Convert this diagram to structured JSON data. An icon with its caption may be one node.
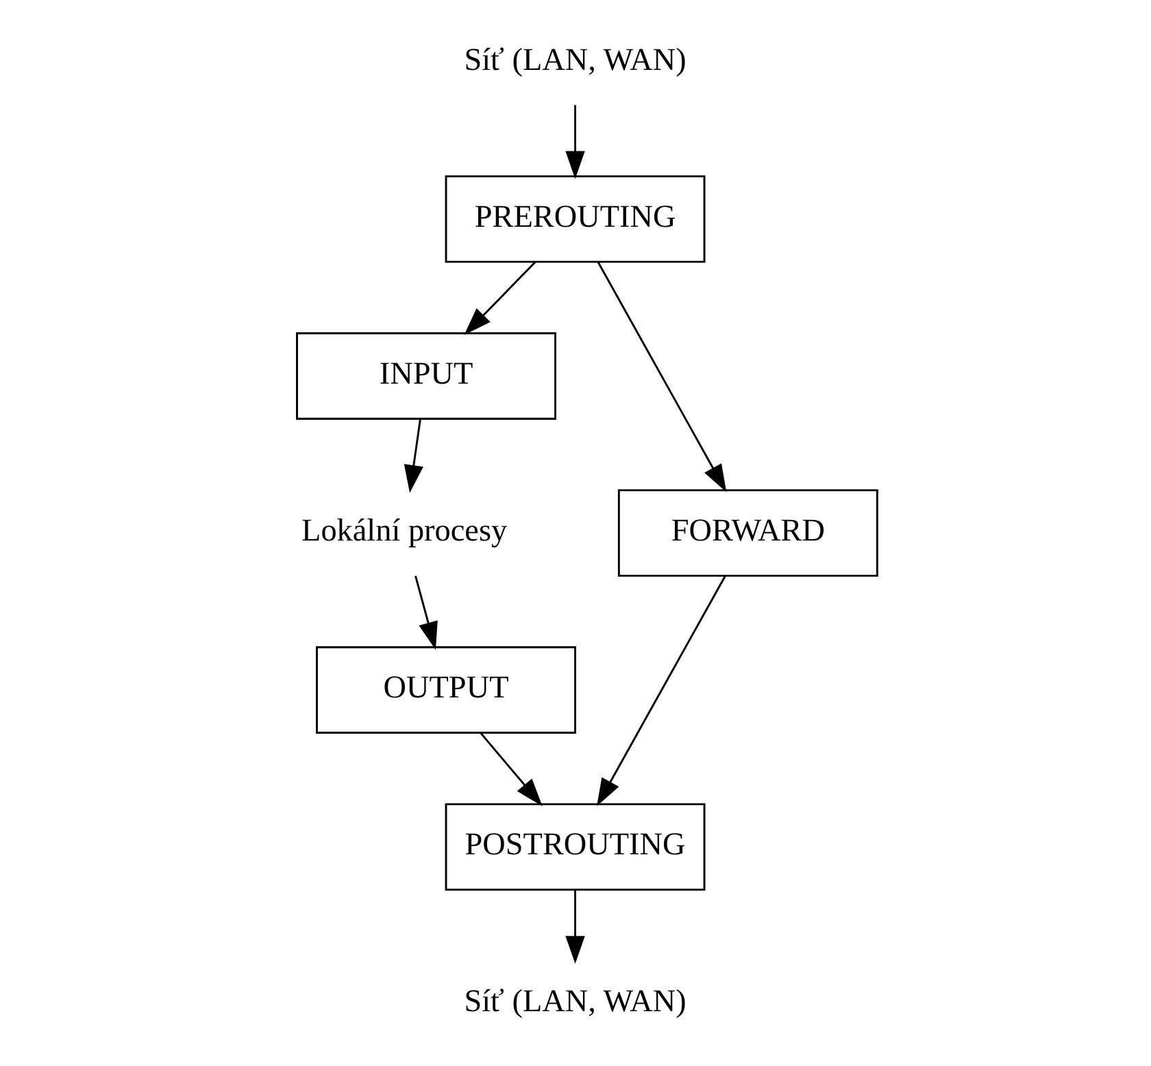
{
  "diagram": {
    "nodes": [
      {
        "text": [
          "Síť (LAN, WAN)"
        ]
      },
      {
        "text": [
          "PREROUTING"
        ]
      },
      {
        "text": [
          "INPUT"
        ]
      },
      {
        "text": [
          "Lokální procesy"
        ]
      },
      {
        "text": [
          "FORWARD"
        ]
      },
      {
        "text": [
          "OUTPUT"
        ]
      },
      {
        "text": [
          "POSTROUTING"
        ]
      },
      {
        "text": [
          "Síť (LAN, WAN)"
        ]
      }
    ],
    "edges": [
      {
        "from": 0,
        "to": 1,
        "arrow": "to"
      },
      {
        "from": 1,
        "to": 4,
        "arrow": "to"
      },
      {
        "from": 1,
        "to": 2,
        "arrow": "to"
      },
      {
        "from": 2,
        "to": 3,
        "arrow": "to"
      },
      {
        "from": 3,
        "to": 5,
        "arrow": "to"
      },
      {
        "from": 5,
        "to": 6,
        "arrow": "to"
      },
      {
        "from": 4,
        "to": 6,
        "arrow": "to"
      },
      {
        "from": 6,
        "to": 7,
        "arrow": "to"
      }
    ]
  }
}
